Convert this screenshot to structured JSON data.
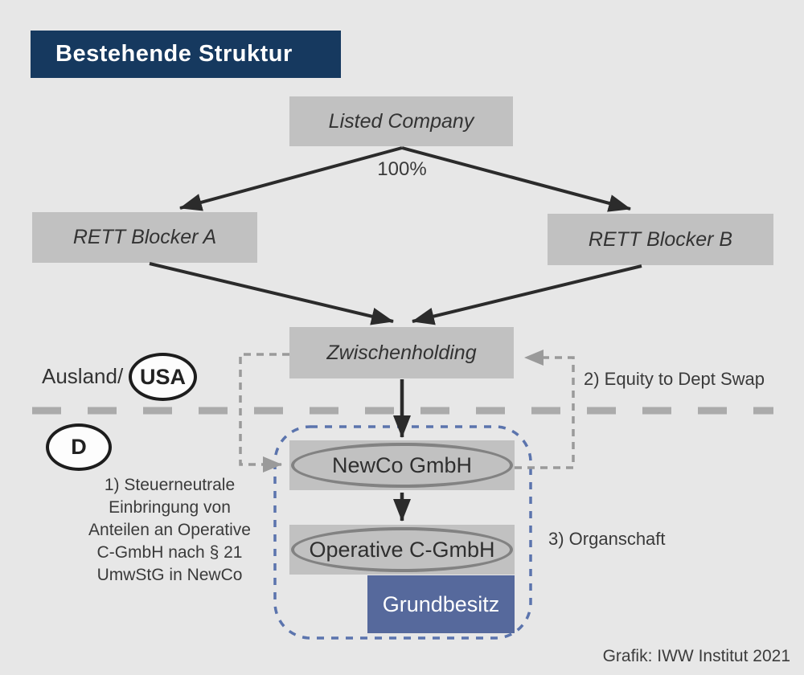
{
  "title": "Bestehende Struktur",
  "nodes": {
    "listed_company": "Listed Company",
    "rett_blocker_a": "RETT Blocker A",
    "rett_blocker_b": "RETT Blocker B",
    "zwischenholding": "Zwischenholding",
    "newco": "NewCo GmbH",
    "operative": "Operative C-GmbH",
    "grundbesitz": "Grundbesitz"
  },
  "labels": {
    "ownership_pct": "100%",
    "region_foreign": "Ausland/",
    "region_usa": "USA",
    "region_domestic": "D",
    "step1_lines": {
      "0": "1) Steuerneutrale",
      "1": "Einbringung von",
      "2": "Anteilen an Operative",
      "3": "C-GmbH nach § 21",
      "4": "UmwStG in NewCo"
    },
    "step2": "2) Equity to Dept Swap",
    "step3": "3) Organschaft",
    "credit": "Grafik: IWW Institut 2021"
  },
  "colors": {
    "background": "#e7e7e7",
    "title_bg": "#16395f",
    "title_text": "#ffffff",
    "node_bg": "#c1c1c1",
    "node_text": "#333333",
    "grundbesitz_bg": "#56699c",
    "arrow_black": "#2b2b2b",
    "dashed_gray": "#9a9a9a",
    "divider_gray": "#ababab",
    "dashed_blue": "#5b74ad",
    "ellipse_stroke": "#828282"
  }
}
